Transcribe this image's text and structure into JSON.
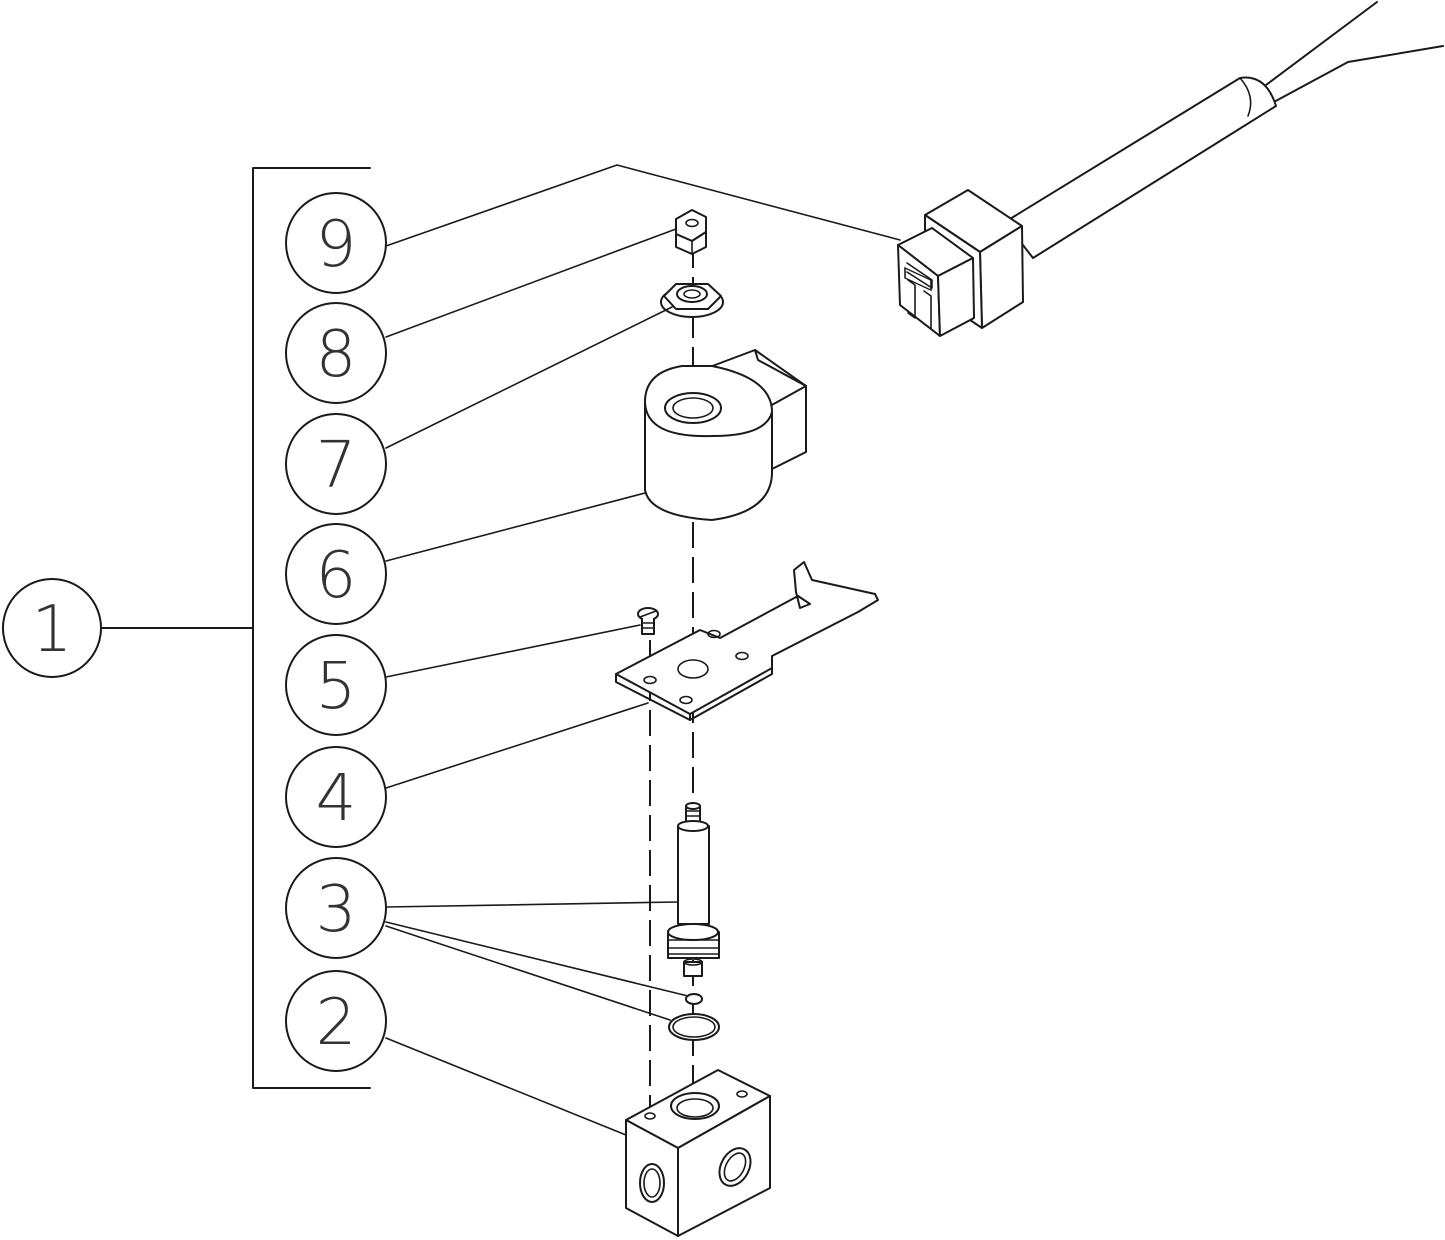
{
  "callouts": [
    {
      "label": "1"
    },
    {
      "label": "2"
    },
    {
      "label": "3"
    },
    {
      "label": "4"
    },
    {
      "label": "5"
    },
    {
      "label": "6"
    },
    {
      "label": "7"
    },
    {
      "label": "8"
    },
    {
      "label": "9"
    }
  ],
  "colors": {
    "line": "#1a1a1a",
    "fill": "#ffffff",
    "text": "#333333"
  }
}
